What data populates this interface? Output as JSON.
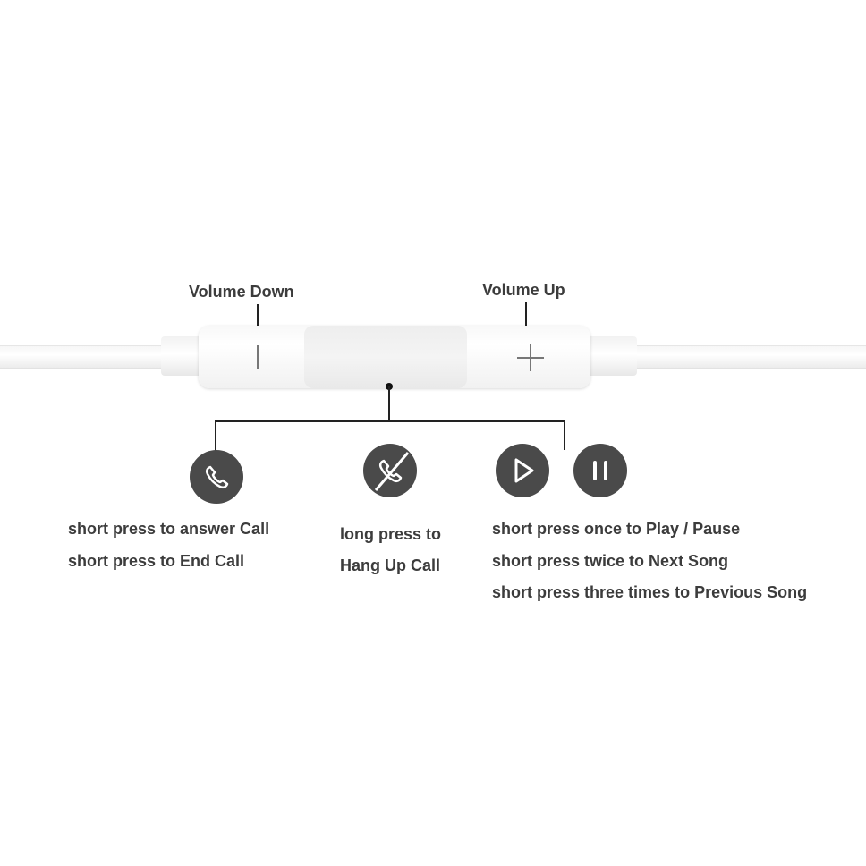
{
  "labels": {
    "volume_down": "Volume Down",
    "volume_up": "Volume Up"
  },
  "buttons": {
    "minus": "−",
    "plus": "+"
  },
  "descriptions": {
    "answer": [
      "short press to answer Call",
      "short press to End Call"
    ],
    "hangup": [
      "long press to",
      "Hang Up Call"
    ],
    "play": [
      "short press once to Play / Pause",
      "short press twice to Next Song",
      "short press three times to Previous Song"
    ]
  },
  "icons": [
    "phone-icon",
    "hang-up-icon",
    "play-icon",
    "pause-icon"
  ]
}
